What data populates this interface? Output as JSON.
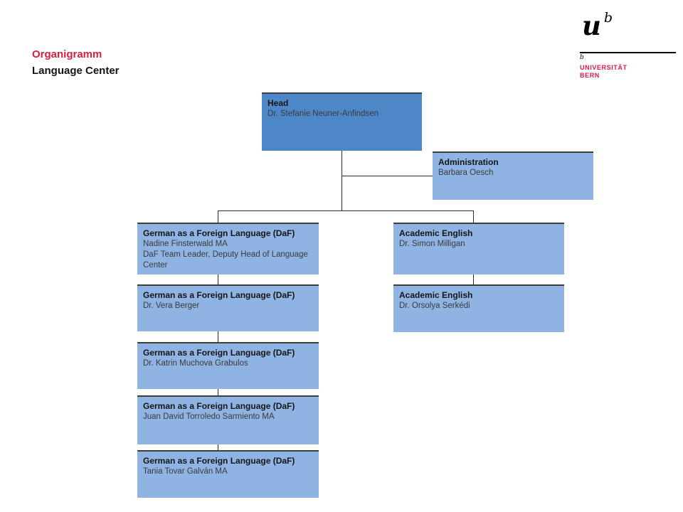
{
  "header": {
    "title": "Organigramm",
    "subtitle": "Language Center"
  },
  "logo": {
    "mark_u": "u",
    "mark_b": "b",
    "small_b": "b",
    "university": "UNIVERSITÄT",
    "city": "BERN"
  },
  "colors": {
    "accent_red": "#d6203c",
    "logo_red": "#e01a45",
    "node_head_fill": "#4e87c7",
    "node_fill": "#8fb3e2",
    "node_border": "#3d3d3d",
    "connector": "#2b2b2b"
  },
  "org": {
    "nodes": [
      {
        "id": "head",
        "title": "Head",
        "person": "Dr. Stefanie Neuner-Anfindsen"
      },
      {
        "id": "admin",
        "title": "Administration",
        "person": "Barbara Oesch"
      },
      {
        "id": "daf1",
        "title": "German as a Foreign Language (DaF)",
        "person": "Nadine Finsterwald MA",
        "role": "DaF Team Leader, Deputy Head of Language Center"
      },
      {
        "id": "eng1",
        "title": "Academic English",
        "person": "Dr. Simon Milligan"
      },
      {
        "id": "daf2",
        "title": "German as a Foreign Language (DaF)",
        "person": "Dr. Vera Berger"
      },
      {
        "id": "eng2",
        "title": "Academic English",
        "person": "Dr. Orsolya Serkédi"
      },
      {
        "id": "daf3",
        "title": "German as a Foreign Language (DaF)",
        "person": "Dr. Katrin Muchova Grabulos"
      },
      {
        "id": "daf4",
        "title": "German as a Foreign Language (DaF)",
        "person": "Juan David Torroledo Sarmiento MA"
      },
      {
        "id": "daf5",
        "title": "German as a Foreign Language (DaF)",
        "person": "Tania Tovar Galván MA"
      }
    ]
  }
}
